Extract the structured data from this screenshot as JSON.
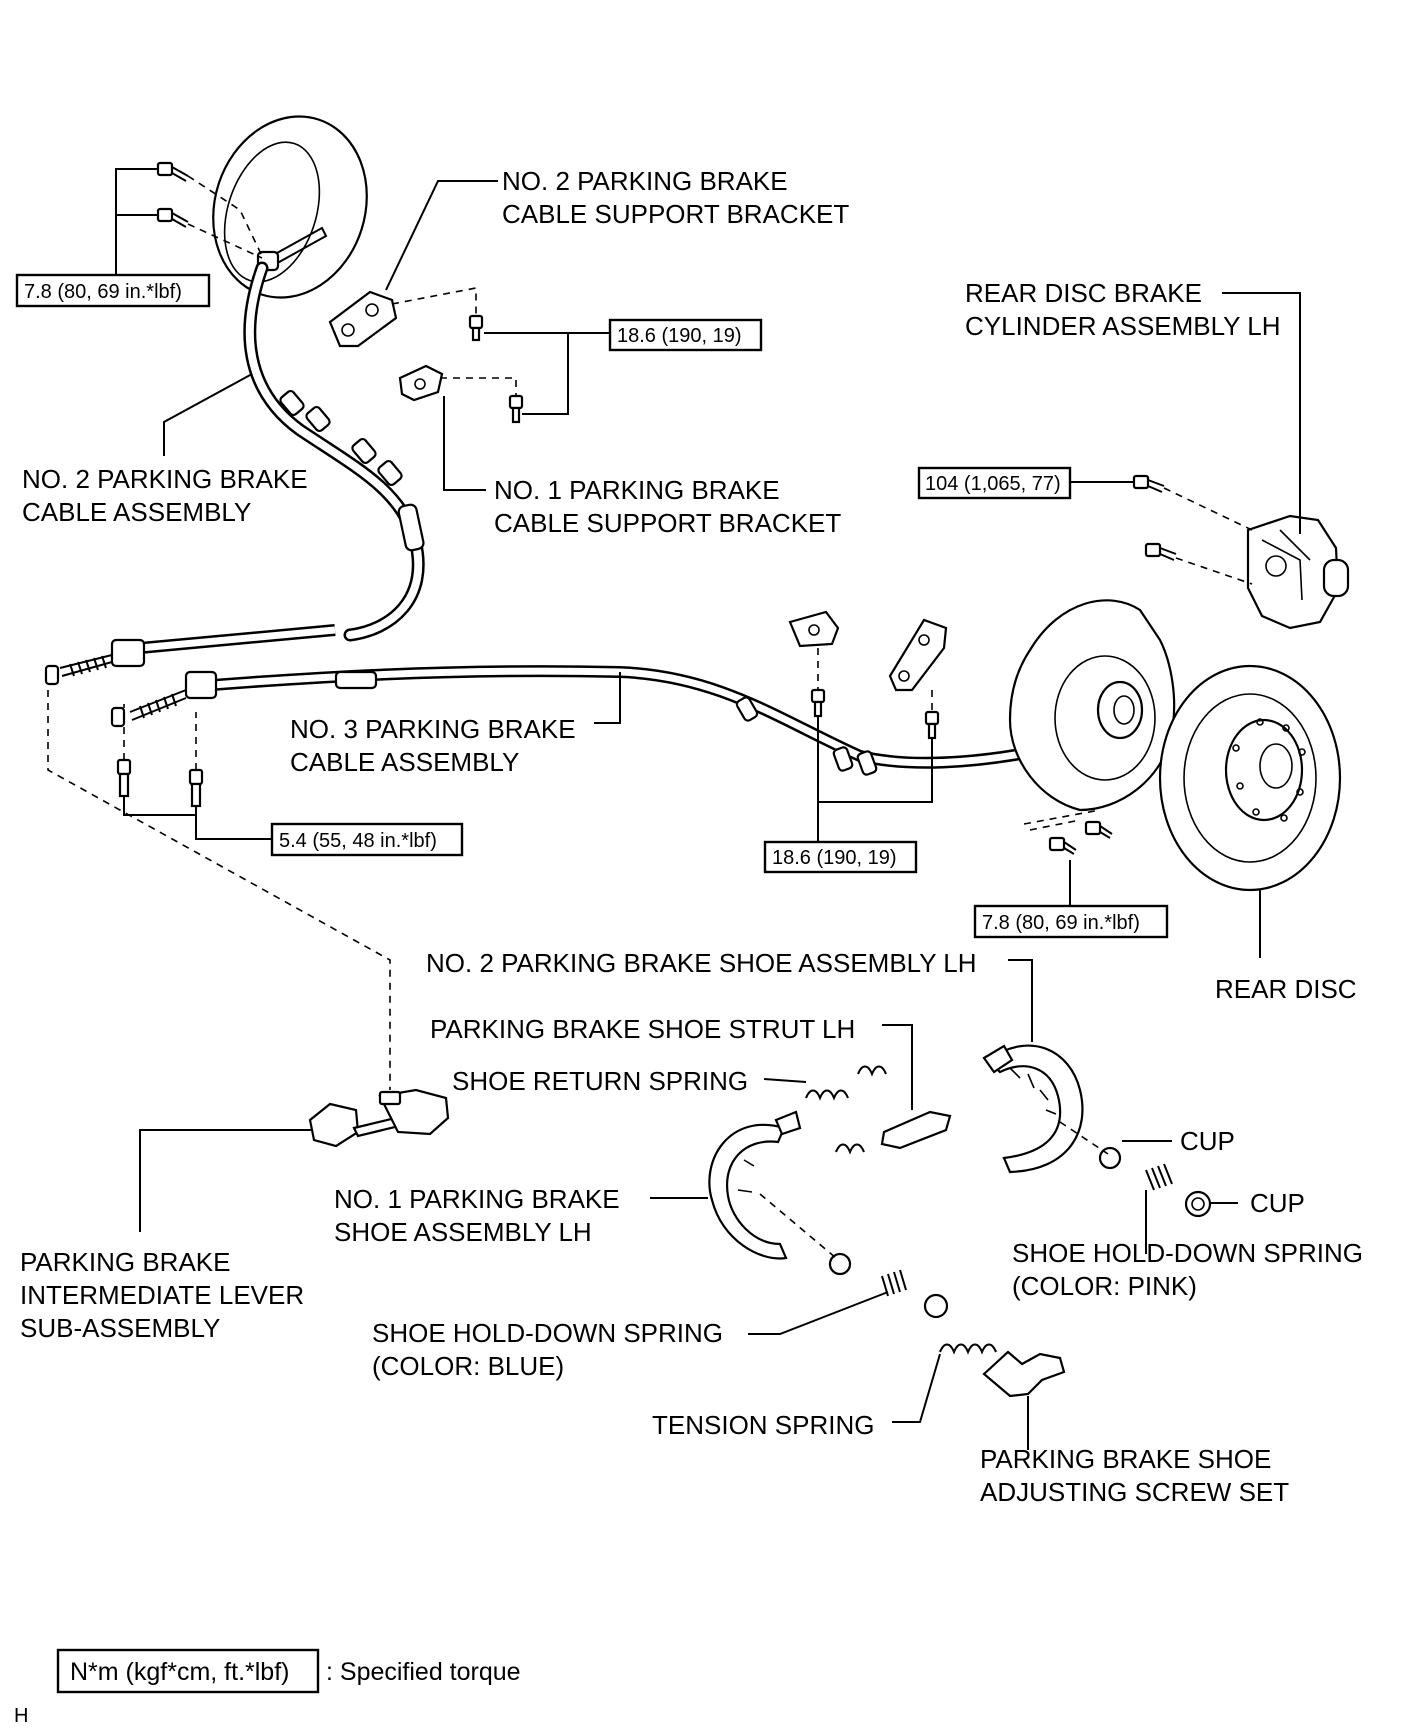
{
  "labels": {
    "no2_support_bracket": [
      "NO. 2 PARKING BRAKE",
      "CABLE SUPPORT BRACKET"
    ],
    "rear_cylinder": [
      "REAR DISC BRAKE",
      "CYLINDER ASSEMBLY LH"
    ],
    "no2_cable": [
      "NO. 2 PARKING BRAKE",
      "CABLE ASSEMBLY"
    ],
    "no1_support_bracket": [
      "NO. 1 PARKING BRAKE",
      "CABLE SUPPORT BRACKET"
    ],
    "no3_cable": [
      "NO. 3 PARKING BRAKE",
      "CABLE ASSEMBLY"
    ],
    "rear_disc": "REAR DISC",
    "no2_shoe": "NO. 2 PARKING BRAKE SHOE ASSEMBLY LH",
    "shoe_strut": "PARKING BRAKE SHOE STRUT LH",
    "shoe_return_spring": "SHOE RETURN SPRING",
    "cup_upper": "CUP",
    "cup_lower": "CUP",
    "no1_shoe": [
      "NO. 1 PARKING BRAKE",
      "SHOE ASSEMBLY LH"
    ],
    "hold_down_pink": [
      "SHOE HOLD-DOWN SPRING",
      "(COLOR: PINK)"
    ],
    "intermediate_lever": [
      "PARKING BRAKE",
      "INTERMEDIATE LEVER",
      "SUB-ASSEMBLY"
    ],
    "hold_down_blue": [
      "SHOE HOLD-DOWN SPRING",
      "(COLOR: BLUE)"
    ],
    "tension_spring": "TENSION SPRING",
    "adjusting_screw": [
      "PARKING BRAKE SHOE",
      "ADJUSTING SCREW SET"
    ]
  },
  "torques": {
    "backing_plate_bolts": "7.8 (80, 69 in.*lbf)",
    "support_bracket_bolts": "18.6 (190, 19)",
    "caliper_bolts": "104 (1,065, 77)",
    "cable_end_bolts": "5.4 (55, 48 in.*lbf)",
    "no3_bracket_bolts": "18.6 (190, 19)",
    "rear_backing_bolts": "7.8 (80, 69 in.*lbf)"
  },
  "legend": {
    "unit_box": "N*m (kgf*cm, ft.*lbf)",
    "description": ": Specified torque"
  },
  "corner_mark": "H"
}
